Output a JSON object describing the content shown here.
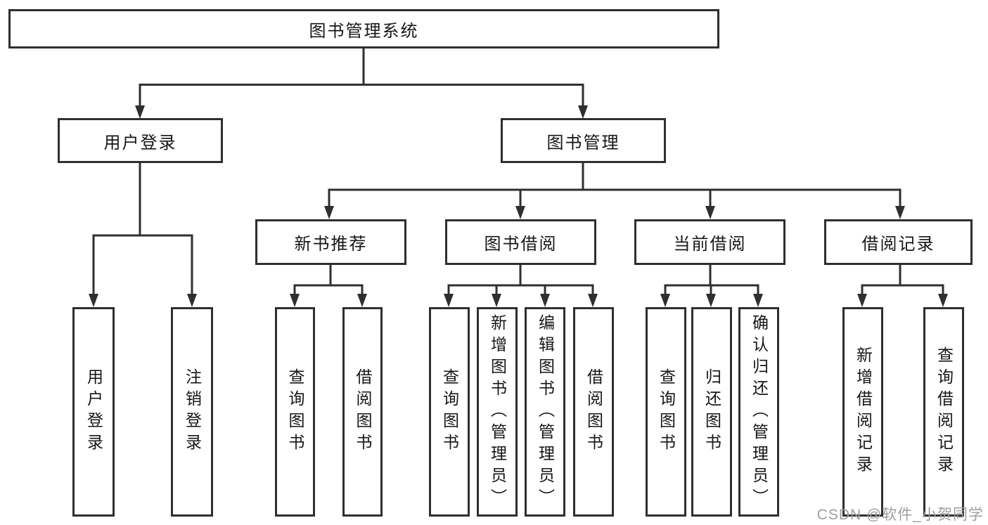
{
  "diagram_type": "functional-structure-tree",
  "tree": {
    "root": {
      "label": "图书管理系统"
    },
    "children": [
      {
        "label": "用户登录",
        "children": [
          {
            "label": "用户登录"
          },
          {
            "label": "注销登录"
          }
        ]
      },
      {
        "label": "图书管理",
        "children": [
          {
            "label": "新书推荐",
            "children": [
              {
                "label": "查询图书"
              },
              {
                "label": "借阅图书"
              }
            ]
          },
          {
            "label": "图书借阅",
            "children": [
              {
                "label": "查询图书"
              },
              {
                "label": "新增图书（管理员）"
              },
              {
                "label": "编辑图书（管理员）"
              },
              {
                "label": "借阅图书"
              }
            ]
          },
          {
            "label": "当前借阅",
            "children": [
              {
                "label": "查询图书"
              },
              {
                "label": "归还图书"
              },
              {
                "label": "确认归还（管理员）"
              }
            ]
          },
          {
            "label": "借阅记录",
            "children": [
              {
                "label": "新增借阅记录"
              },
              {
                "label": "查询借阅记录"
              }
            ]
          }
        ]
      }
    ]
  },
  "watermark": {
    "text": "CSDN @软件_小贺同学"
  },
  "colors": {
    "line": "#2f2f2f",
    "box_border": "#2f2f2f",
    "text": "#161616",
    "background": "#ffffff",
    "watermark": "#9e9e9e"
  }
}
